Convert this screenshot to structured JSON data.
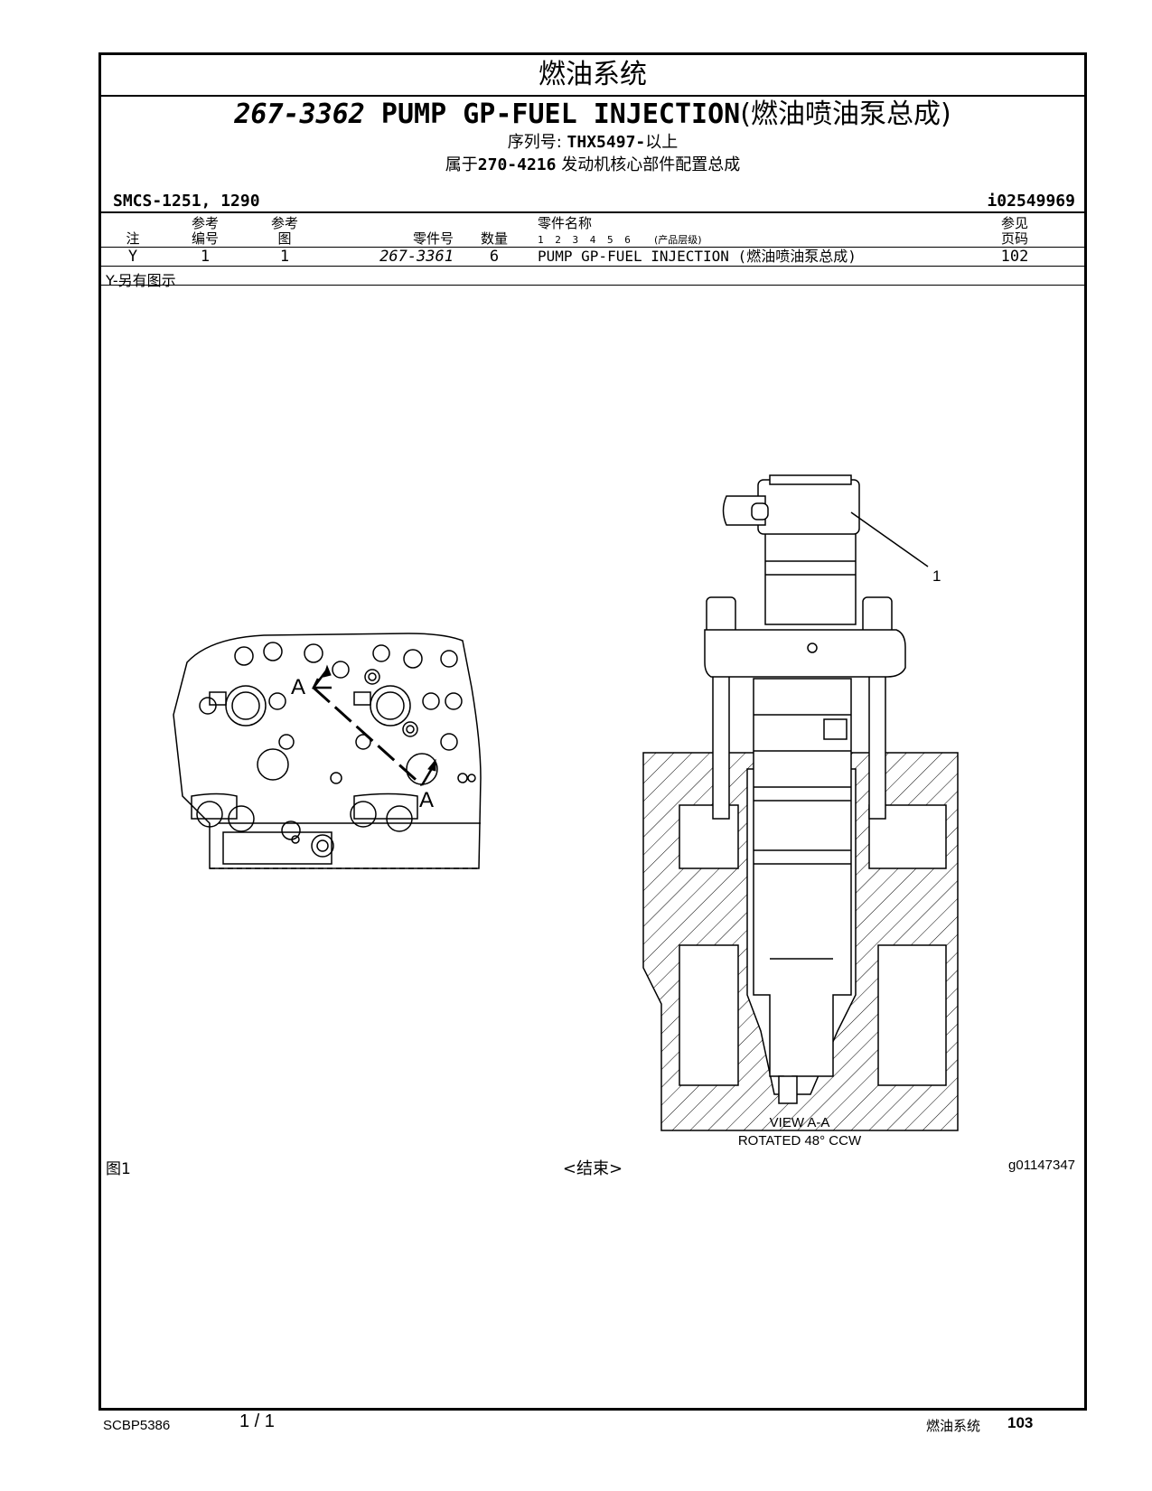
{
  "header": {
    "section_title": "燃油系统",
    "part_number": "267-3362",
    "part_name": "PUMP GP-FUEL INJECTION",
    "part_name_zh": "(燃油喷油泵总成)",
    "serial_label": "序列号:",
    "serial_value": "THX5497-",
    "serial_suffix": "以上",
    "belongs_prefix": "属于",
    "belongs_part": "270-4216",
    "belongs_name": "发动机核心部件配置总成",
    "smcs": "SMCS-1251, 1290",
    "ident": "i02549969"
  },
  "table": {
    "headers": {
      "note": "注",
      "ref_no_top": "参考",
      "ref_no_bottom": "编号",
      "ref_fig_top": "参考",
      "ref_fig_bottom": "图",
      "part_no": "零件号",
      "qty": "数量",
      "name_top": "零件名称",
      "levels": "1 2 3 4 5 6",
      "levels_note": "(产品层级)",
      "page_top": "参见",
      "page_bottom": "页码"
    },
    "rows": [
      {
        "note": "Y",
        "ref_no": "1",
        "ref_fig": "1",
        "part_no": "267-3361",
        "qty": "6",
        "name": "PUMP GP-FUEL INJECTION (燃油喷油泵总成)",
        "page": "102"
      }
    ],
    "footnote": "Y-另有图示"
  },
  "figure": {
    "label": "图1",
    "end_mark": "<结束>",
    "graphic_id": "g01147347",
    "callout": "1",
    "section_letter": "A",
    "view_caption_1": "VIEW A-A",
    "view_caption_2": "ROTATED 48° CCW"
  },
  "footer": {
    "doc_id": "SCBP5386",
    "page_of": "1 / 1",
    "section": "燃油系统",
    "page_number": "103"
  }
}
